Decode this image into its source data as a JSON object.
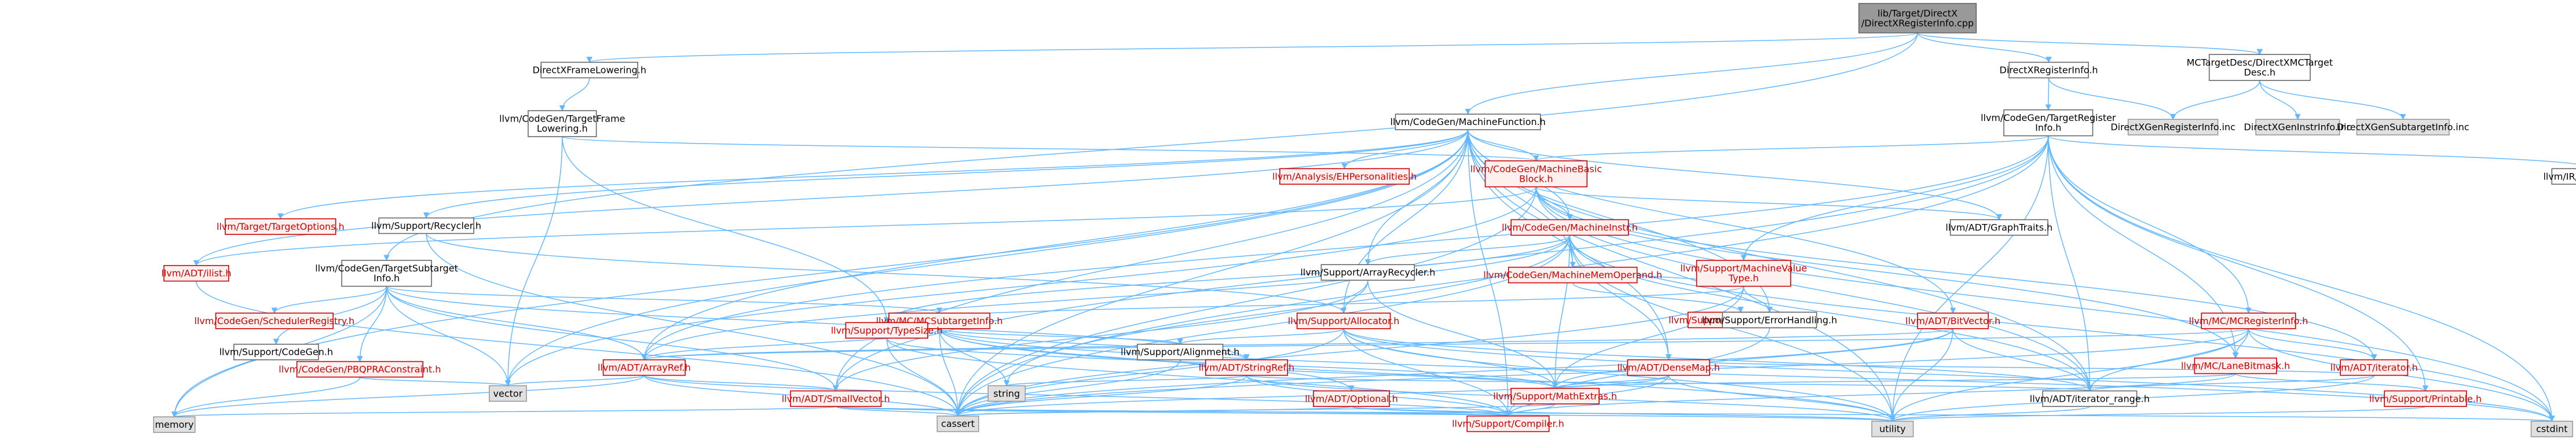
{
  "colors": {
    "edge": "#63b8ff",
    "root_fill": "#999999",
    "root_stroke": "#666666",
    "plain_fill": "#ffffff",
    "plain_stroke": "#666666",
    "plain_text": "#000000",
    "red_fill": "#fff0f0",
    "red_stroke": "#cc0000",
    "red_text": "#cc0000",
    "gray_fill": "#e0e0e0",
    "gray_stroke": "#999999"
  },
  "nodes": [
    {
      "id": "root",
      "style": "root",
      "lines": [
        "lib/Target/DirectX",
        "/DirectXRegisterInfo.cpp"
      ]
    },
    {
      "id": "framelow",
      "style": "plain",
      "lines": [
        "DirectXFrameLowering.h"
      ]
    },
    {
      "id": "mcfunc",
      "style": "plain",
      "lines": [
        "llvm/CodeGen/MachineFunction.h"
      ]
    },
    {
      "id": "reginfo_h",
      "style": "plain",
      "lines": [
        "DirectXRegisterInfo.h"
      ]
    },
    {
      "id": "mcdesc",
      "style": "plain",
      "lines": [
        "MCTargetDesc/DirectXMCTarget",
        "Desc.h"
      ]
    },
    {
      "id": "cg_tfl",
      "style": "plain",
      "lines": [
        "llvm/CodeGen/TargetFrame",
        "Lowering.h"
      ]
    },
    {
      "id": "cg_tri",
      "style": "plain",
      "lines": [
        "llvm/CodeGen/TargetRegister",
        "Info.h"
      ]
    },
    {
      "id": "gen_reginfo",
      "style": "gray",
      "lines": [
        "DirectXGenRegisterInfo.inc"
      ]
    },
    {
      "id": "gen_instr",
      "style": "gray",
      "lines": [
        "DirectXGenInstrInfo.inc"
      ]
    },
    {
      "id": "gen_subtgt",
      "style": "gray",
      "lines": [
        "DirectXGenSubtargetInfo.inc"
      ]
    },
    {
      "id": "mbb",
      "style": "red",
      "lines": [
        "llvm/CodeGen/MachineBasic",
        "Block.h"
      ]
    },
    {
      "id": "eh",
      "style": "red",
      "lines": [
        "llvm/Analysis/EHPersonalities.h"
      ]
    },
    {
      "id": "targetopts",
      "style": "red",
      "lines": [
        "llvm/Target/TargetOptions.h"
      ]
    },
    {
      "id": "recycler",
      "style": "plain",
      "lines": [
        "llvm/Support/Recycler.h"
      ]
    },
    {
      "id": "graphtraits",
      "style": "plain",
      "lines": [
        "llvm/ADT/GraphTraits.h"
      ]
    },
    {
      "id": "callconv",
      "style": "plain",
      "lines": [
        "llvm/IR/CallingConv.h"
      ]
    },
    {
      "id": "minstr",
      "style": "red",
      "lines": [
        "llvm/CodeGen/MachineInstr.h"
      ]
    },
    {
      "id": "ilist",
      "style": "red",
      "lines": [
        "llvm/ADT/ilist.h"
      ]
    },
    {
      "id": "cg_tsi",
      "style": "plain",
      "lines": [
        "llvm/CodeGen/TargetSubtarget",
        "Info.h"
      ]
    },
    {
      "id": "arrayrec",
      "style": "plain",
      "lines": [
        "llvm/Support/ArrayRecycler.h"
      ]
    },
    {
      "id": "mmo",
      "style": "red",
      "lines": [
        "llvm/CodeGen/MachineMemOperand.h"
      ]
    },
    {
      "id": "mvt",
      "style": "red",
      "lines": [
        "llvm/Support/MachineValue",
        "Type.h"
      ]
    },
    {
      "id": "sched",
      "style": "red",
      "lines": [
        "llvm/CodeGen/SchedulerRegistry.h"
      ]
    },
    {
      "id": "mcsti",
      "style": "red",
      "lines": [
        "llvm/MC/MCSubtargetInfo.h"
      ]
    },
    {
      "id": "typesize",
      "style": "red",
      "lines": [
        "llvm/Support/TypeSize.h"
      ]
    },
    {
      "id": "allocator",
      "style": "red",
      "lines": [
        "llvm/Support/Allocator.h"
      ]
    },
    {
      "id": "atomic",
      "style": "red",
      "lines": [
        "llvm/Support/AtomicOrdering.h"
      ]
    },
    {
      "id": "errh",
      "style": "plain",
      "lines": [
        "llvm/Support/ErrorHandling.h"
      ]
    },
    {
      "id": "bitvec",
      "style": "red",
      "lines": [
        "llvm/ADT/BitVector.h"
      ]
    },
    {
      "id": "mcreg",
      "style": "red",
      "lines": [
        "llvm/MC/MCRegisterInfo.h"
      ]
    },
    {
      "id": "codegen_h",
      "style": "plain",
      "lines": [
        "llvm/Support/CodeGen.h"
      ]
    },
    {
      "id": "pbqp",
      "style": "red",
      "lines": [
        "llvm/CodeGen/PBQPRAConstraint.h"
      ]
    },
    {
      "id": "arrayref",
      "style": "red",
      "lines": [
        "llvm/ADT/ArrayRef.h"
      ]
    },
    {
      "id": "alignment",
      "style": "plain",
      "lines": [
        "llvm/Support/Alignment.h"
      ]
    },
    {
      "id": "stringref",
      "style": "red",
      "lines": [
        "llvm/ADT/StringRef.h"
      ]
    },
    {
      "id": "densemap",
      "style": "red",
      "lines": [
        "llvm/ADT/DenseMap.h"
      ]
    },
    {
      "id": "lanebitmask",
      "style": "red",
      "lines": [
        "llvm/MC/LaneBitmask.h"
      ]
    },
    {
      "id": "iterator",
      "style": "red",
      "lines": [
        "llvm/ADT/iterator.h"
      ]
    },
    {
      "id": "vector",
      "style": "gray",
      "lines": [
        "vector"
      ]
    },
    {
      "id": "smallvec",
      "style": "red",
      "lines": [
        "llvm/ADT/SmallVector.h"
      ]
    },
    {
      "id": "string",
      "style": "gray",
      "lines": [
        "string"
      ]
    },
    {
      "id": "optional",
      "style": "red",
      "lines": [
        "llvm/ADT/Optional.h"
      ]
    },
    {
      "id": "mathextras",
      "style": "red",
      "lines": [
        "llvm/Support/MathExtras.h"
      ]
    },
    {
      "id": "iterrange",
      "style": "plain",
      "lines": [
        "llvm/ADT/iterator_range.h"
      ]
    },
    {
      "id": "printable",
      "style": "red",
      "lines": [
        "llvm/Support/Printable.h"
      ]
    },
    {
      "id": "memory",
      "style": "gray",
      "lines": [
        "memory"
      ]
    },
    {
      "id": "cassert",
      "style": "gray",
      "lines": [
        "cassert"
      ]
    },
    {
      "id": "compiler",
      "style": "red",
      "lines": [
        "llvm/Support/Compiler.h"
      ]
    },
    {
      "id": "utility",
      "style": "gray",
      "lines": [
        "utility"
      ]
    },
    {
      "id": "cstdint",
      "style": "gray",
      "lines": [
        "cstdint"
      ]
    }
  ],
  "edges": [
    [
      "root",
      "framelow"
    ],
    [
      "root",
      "mcfunc"
    ],
    [
      "root",
      "reginfo_h"
    ],
    [
      "root",
      "mcdesc"
    ],
    [
      "root",
      "cg_tsi"
    ],
    [
      "framelow",
      "cg_tfl"
    ],
    [
      "cg_tfl",
      "mbb"
    ],
    [
      "cg_tfl",
      "vector"
    ],
    [
      "cg_tfl",
      "typesize"
    ],
    [
      "reginfo_h",
      "cg_tri"
    ],
    [
      "reginfo_h",
      "gen_reginfo"
    ],
    [
      "mcdesc",
      "gen_reginfo"
    ],
    [
      "mcdesc",
      "gen_instr"
    ],
    [
      "mcdesc",
      "gen_subtgt"
    ],
    [
      "cg_tri",
      "mbb"
    ],
    [
      "cg_tri",
      "callconv"
    ],
    [
      "cg_tri",
      "mvt"
    ],
    [
      "cg_tri",
      "mcreg"
    ],
    [
      "cg_tri",
      "lanebitmask"
    ],
    [
      "cg_tri",
      "printable"
    ],
    [
      "cg_tri",
      "arrayref"
    ],
    [
      "cg_tri",
      "smallvec"
    ],
    [
      "cg_tri",
      "iterrange"
    ],
    [
      "cg_tri",
      "cassert"
    ],
    [
      "cg_tri",
      "cstdint"
    ],
    [
      "cg_tri",
      "utility"
    ],
    [
      "cg_tri",
      "functional"
    ],
    [
      "mcfunc",
      "mbb"
    ],
    [
      "mcfunc",
      "eh"
    ],
    [
      "mcfunc",
      "targetopts"
    ],
    [
      "mcfunc",
      "recycler"
    ],
    [
      "mcfunc",
      "graphtraits"
    ],
    [
      "mcfunc",
      "minstr"
    ],
    [
      "mcfunc",
      "ilist"
    ],
    [
      "mcfunc",
      "arrayrec"
    ],
    [
      "mcfunc",
      "mmo"
    ],
    [
      "mcfunc",
      "allocator"
    ],
    [
      "mcfunc",
      "bitvec"
    ],
    [
      "mcfunc",
      "arrayref"
    ],
    [
      "mcfunc",
      "densemap"
    ],
    [
      "mcfunc",
      "smallvec"
    ],
    [
      "mcfunc",
      "errh"
    ],
    [
      "mcfunc",
      "compiler"
    ],
    [
      "mcfunc",
      "memory"
    ],
    [
      "mcfunc",
      "cassert"
    ],
    [
      "mcfunc",
      "utility"
    ],
    [
      "mcfunc",
      "vector"
    ],
    [
      "mcfunc",
      "iterrange"
    ],
    [
      "mbb",
      "graphtraits"
    ],
    [
      "mbb",
      "minstr"
    ],
    [
      "mbb",
      "ilist"
    ],
    [
      "mbb",
      "iterator"
    ],
    [
      "mbb",
      "iterrange"
    ],
    [
      "mbb",
      "lanebitmask"
    ],
    [
      "mbb",
      "cassert"
    ],
    [
      "mbb",
      "cstdint"
    ],
    [
      "mbb",
      "vector"
    ],
    [
      "minstr",
      "mmo"
    ],
    [
      "minstr",
      "arrayrec"
    ],
    [
      "minstr",
      "typesize"
    ],
    [
      "minstr",
      "densemap"
    ],
    [
      "minstr",
      "iterrange"
    ],
    [
      "minstr",
      "mathextras"
    ],
    [
      "minstr",
      "utility"
    ],
    [
      "minstr",
      "cstdint"
    ],
    [
      "minstr",
      "cassert"
    ],
    [
      "minstr",
      "string"
    ],
    [
      "minstr",
      "arrayref"
    ],
    [
      "recycler",
      "allocator"
    ],
    [
      "recycler",
      "cassert"
    ],
    [
      "arrayrec",
      "allocator"
    ],
    [
      "arrayrec",
      "smallvec"
    ],
    [
      "arrayrec",
      "mathextras"
    ],
    [
      "mmo",
      "atomic"
    ],
    [
      "mmo",
      "mvt"
    ],
    [
      "mvt",
      "typesize"
    ],
    [
      "mvt",
      "errh"
    ],
    [
      "mvt",
      "mathextras"
    ],
    [
      "mvt",
      "cassert"
    ],
    [
      "cg_tsi",
      "sched"
    ],
    [
      "cg_tsi",
      "mcsti"
    ],
    [
      "cg_tsi",
      "pbqp"
    ],
    [
      "cg_tsi",
      "codegen_h"
    ],
    [
      "cg_tsi",
      "arrayref"
    ],
    [
      "cg_tsi",
      "smallvec"
    ],
    [
      "cg_tsi",
      "stringref"
    ],
    [
      "cg_tsi",
      "memory"
    ],
    [
      "cg_tsi",
      "vector"
    ],
    [
      "mcsti",
      "arrayref"
    ],
    [
      "mcsti",
      "stringref"
    ],
    [
      "mcsti",
      "string"
    ],
    [
      "mcsti",
      "alignment"
    ],
    [
      "mcsti",
      "optional"
    ],
    [
      "mcsti",
      "cassert"
    ],
    [
      "mcsti",
      "cstdint"
    ],
    [
      "mcsti",
      "utility"
    ],
    [
      "typesize",
      "mathextras"
    ],
    [
      "typesize",
      "cassert"
    ],
    [
      "typesize",
      "compiler"
    ],
    [
      "allocator",
      "alignment"
    ],
    [
      "allocator",
      "mathextras"
    ],
    [
      "allocator",
      "compiler"
    ],
    [
      "allocator",
      "cassert"
    ],
    [
      "allocator",
      "utility"
    ],
    [
      "allocator",
      "cstdint"
    ],
    [
      "allocator",
      "iterrange"
    ],
    [
      "errh",
      "compiler"
    ],
    [
      "bitvec",
      "arrayref"
    ],
    [
      "bitvec",
      "iterrange"
    ],
    [
      "bitvec",
      "mathextras"
    ],
    [
      "bitvec",
      "utility"
    ],
    [
      "bitvec",
      "cassert"
    ],
    [
      "mcreg",
      "lanebitmask"
    ],
    [
      "mcreg",
      "iterator"
    ],
    [
      "mcreg",
      "iterrange"
    ],
    [
      "mcreg",
      "cassert"
    ],
    [
      "mcreg",
      "cstdint"
    ],
    [
      "mcreg",
      "utility"
    ],
    [
      "mcreg",
      "arrayref"
    ],
    [
      "pbqp",
      "vector"
    ],
    [
      "pbqp",
      "memory"
    ],
    [
      "arrayref",
      "smallvec"
    ],
    [
      "arrayref",
      "compiler"
    ],
    [
      "arrayref",
      "memory"
    ],
    [
      "arrayref",
      "vector"
    ],
    [
      "arrayref",
      "cassert"
    ],
    [
      "alignment",
      "mathextras"
    ],
    [
      "alignment",
      "cassert"
    ],
    [
      "stringref",
      "iterrange"
    ],
    [
      "stringref",
      "compiler"
    ],
    [
      "stringref",
      "string"
    ],
    [
      "stringref",
      "utility"
    ],
    [
      "stringref",
      "cassert"
    ],
    [
      "densemap",
      "mathextras"
    ],
    [
      "densemap",
      "compiler"
    ],
    [
      "densemap",
      "utility"
    ],
    [
      "densemap",
      "cassert"
    ],
    [
      "densemap",
      "iterator"
    ],
    [
      "lanebitmask",
      "printable"
    ],
    [
      "lanebitmask",
      "compiler"
    ],
    [
      "lanebitmask",
      "mathextras"
    ],
    [
      "iterator",
      "iterrange"
    ],
    [
      "iterator",
      "utility"
    ],
    [
      "smallvec",
      "compiler"
    ],
    [
      "smallvec",
      "cassert"
    ],
    [
      "smallvec",
      "cstdint"
    ],
    [
      "smallvec",
      "utility"
    ],
    [
      "smallvec",
      "memory"
    ],
    [
      "optional",
      "compiler"
    ],
    [
      "optional",
      "utility"
    ],
    [
      "optional",
      "cassert"
    ],
    [
      "mathextras",
      "compiler"
    ],
    [
      "mathextras",
      "cassert"
    ],
    [
      "iterrange",
      "utility"
    ],
    [
      "printable",
      "utility"
    ],
    [
      "ilist",
      "cassert"
    ]
  ]
}
